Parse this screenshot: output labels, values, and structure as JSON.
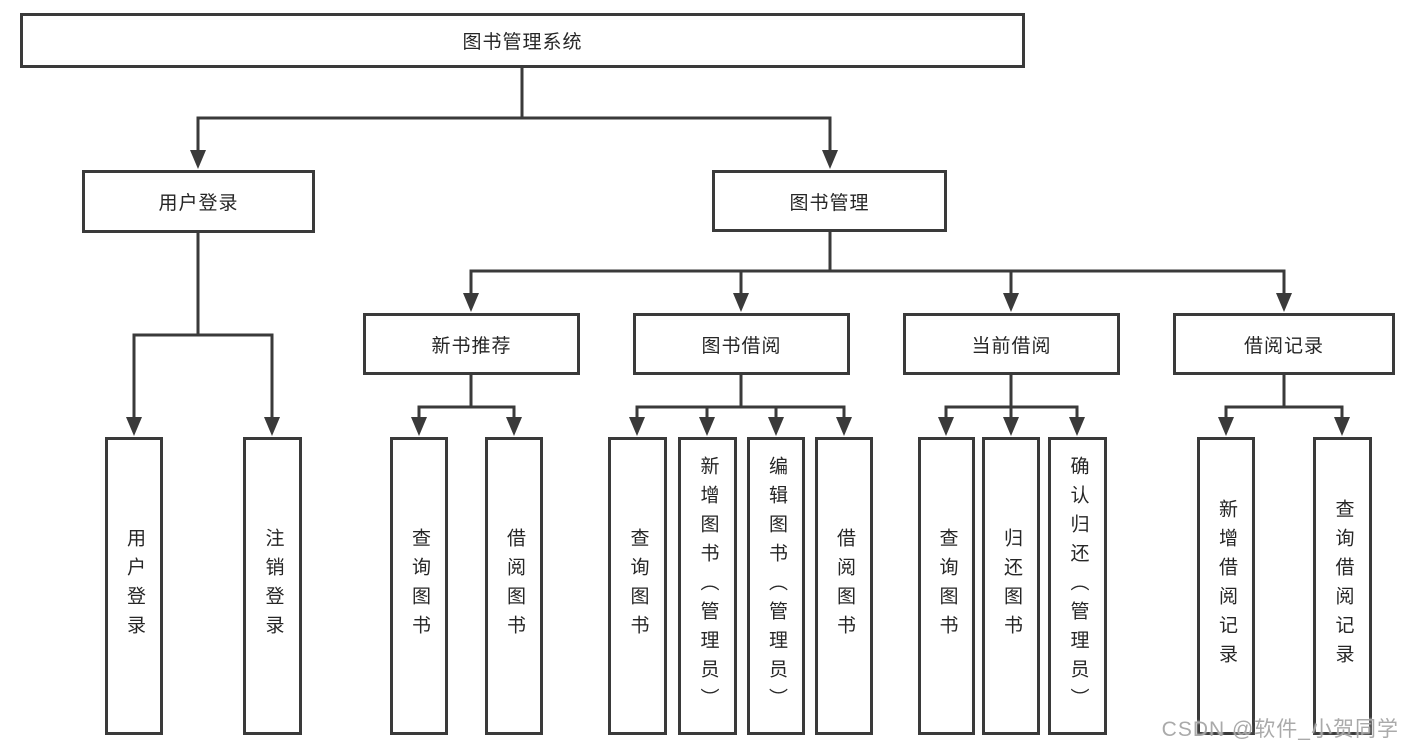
{
  "diagram_type": "hierarchy-tree",
  "colors": {
    "line": "#3a3a3a",
    "box_border": "#3a3a3a",
    "box_background": "#ffffff",
    "text": "#262626",
    "watermark": "#a5a5a5"
  },
  "watermark": "CSDN @软件_小贺同学",
  "tree": {
    "label": "图书管理系统",
    "children": [
      {
        "label": "用户登录",
        "children": [
          {
            "label": "用户登录"
          },
          {
            "label": "注销登录"
          }
        ]
      },
      {
        "label": "图书管理",
        "children": [
          {
            "label": "新书推荐",
            "children": [
              {
                "label": "查询图书"
              },
              {
                "label": "借阅图书"
              }
            ]
          },
          {
            "label": "图书借阅",
            "children": [
              {
                "label": "查询图书"
              },
              {
                "label": "新增图书（管理员）"
              },
              {
                "label": "编辑图书（管理员）"
              },
              {
                "label": "借阅图书"
              }
            ]
          },
          {
            "label": "当前借阅",
            "children": [
              {
                "label": "查询图书"
              },
              {
                "label": "归还图书"
              },
              {
                "label": "确认归还（管理员）"
              }
            ]
          },
          {
            "label": "借阅记录",
            "children": [
              {
                "label": "新增借阅记录"
              },
              {
                "label": "查询借阅记录"
              }
            ]
          }
        ]
      }
    ]
  }
}
